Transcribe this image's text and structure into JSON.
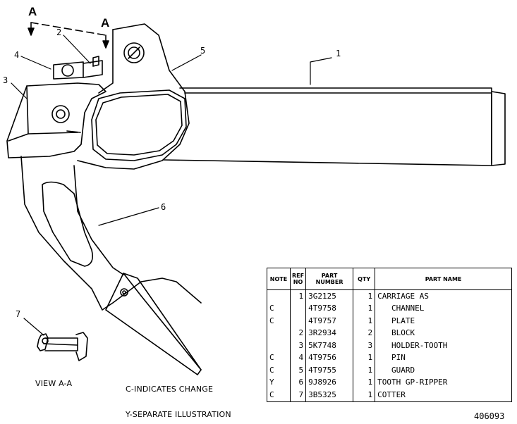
{
  "section_marks": {
    "left": "A",
    "right": "A"
  },
  "callouts": [
    "1",
    "2",
    "3",
    "4",
    "5",
    "6",
    "7"
  ],
  "view_label": "VIEW A-A",
  "notes": {
    "change": "C-INDICATES CHANGE",
    "separate": "Y-SEPARATE ILLUSTRATION"
  },
  "drawing_number": "406093",
  "parts_table": {
    "headers": {
      "note": "NOTE",
      "ref": "REF NO",
      "part_number": "PART NUMBER",
      "qty": "QTY",
      "part_name": "PART NAME"
    },
    "rows": [
      {
        "note": "",
        "ref": "1",
        "part_number": "3G2125",
        "qty": "1",
        "part_name": "CARRIAGE AS"
      },
      {
        "note": "C",
        "ref": "",
        "part_number": "4T9758",
        "qty": "1",
        "part_name": "   CHANNEL"
      },
      {
        "note": "C",
        "ref": "",
        "part_number": "4T9757",
        "qty": "1",
        "part_name": "   PLATE"
      },
      {
        "note": "",
        "ref": "2",
        "part_number": "3R2934",
        "qty": "2",
        "part_name": "   BLOCK"
      },
      {
        "note": "",
        "ref": "3",
        "part_number": "5K7748",
        "qty": "3",
        "part_name": "   HOLDER-TOOTH"
      },
      {
        "note": "C",
        "ref": "4",
        "part_number": "4T9756",
        "qty": "1",
        "part_name": "   PIN"
      },
      {
        "note": "C",
        "ref": "5",
        "part_number": "4T9755",
        "qty": "1",
        "part_name": "   GUARD"
      },
      {
        "note": "Y",
        "ref": "6",
        "part_number": "9J8926",
        "qty": "1",
        "part_name": "TOOTH GP-RIPPER"
      },
      {
        "note": "C",
        "ref": "7",
        "part_number": "3B5325",
        "qty": "1",
        "part_name": "COTTER"
      }
    ]
  }
}
